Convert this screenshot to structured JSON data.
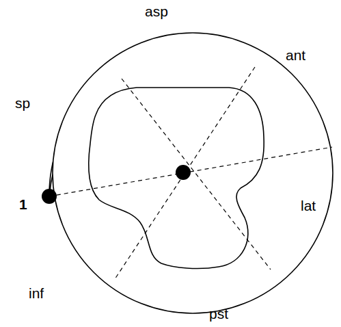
{
  "diagram": {
    "labels": [
      "asp",
      "sp",
      "ant",
      "1",
      "lat",
      "inf",
      "pst"
    ]
  }
}
